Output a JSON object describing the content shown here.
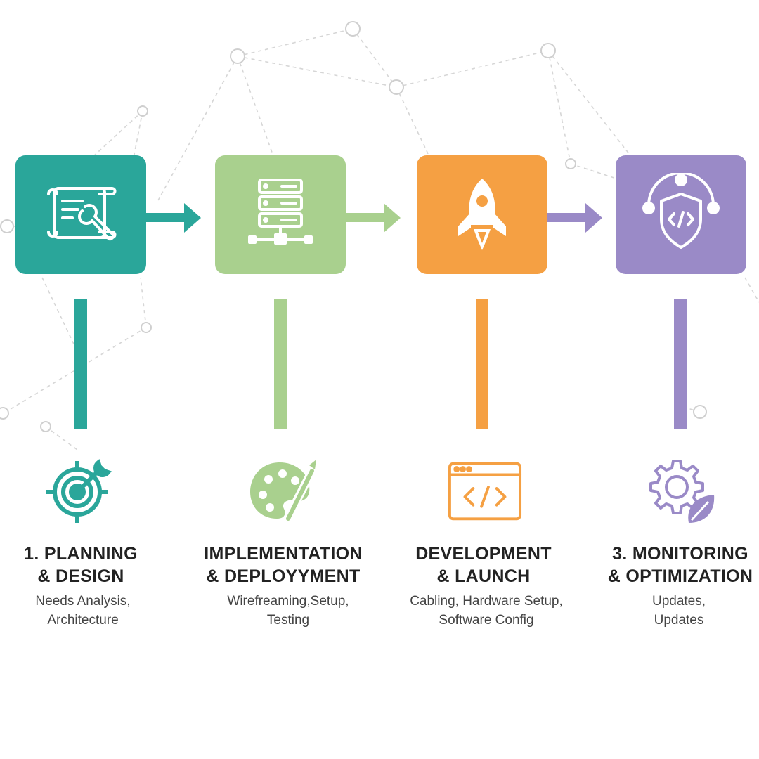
{
  "colors": {
    "teal": "#2aa69a",
    "green": "#a9d08e",
    "orange": "#f5a043",
    "purple": "#9a8ac7",
    "background_network": "#d9d9d9"
  },
  "steps": [
    {
      "id": "planning",
      "tile_icon": "blueprint-wrench-icon",
      "small_icon": "target-wrench-icon",
      "title_line1": "1. PLANNING",
      "title_line2": "& DESIGN",
      "desc_line1": "Needs Analysis,",
      "desc_line2": "Architecture"
    },
    {
      "id": "implementation",
      "tile_icon": "server-network-icon",
      "small_icon": "palette-brush-icon",
      "title_line1": "IMPLEMENTATION",
      "title_line2": "& DEPLOYYMENT",
      "desc_line1": "Wirefreaming,Setup,",
      "desc_line2": "Testing"
    },
    {
      "id": "development",
      "tile_icon": "rocket-icon",
      "small_icon": "code-window-icon",
      "title_line1": "DEVELOPMENT",
      "title_line2": "& LAUNCH",
      "desc_line1": "Cabling, Hardware Setup,",
      "desc_line2": "Software Config"
    },
    {
      "id": "monitoring",
      "tile_icon": "shield-code-icon",
      "small_icon": "gear-leaf-icon",
      "title_line1": "3. MONITORING",
      "title_line2": "& OPTIMIZATION",
      "desc_line1": "Updates,",
      "desc_line2": "Updates"
    }
  ]
}
